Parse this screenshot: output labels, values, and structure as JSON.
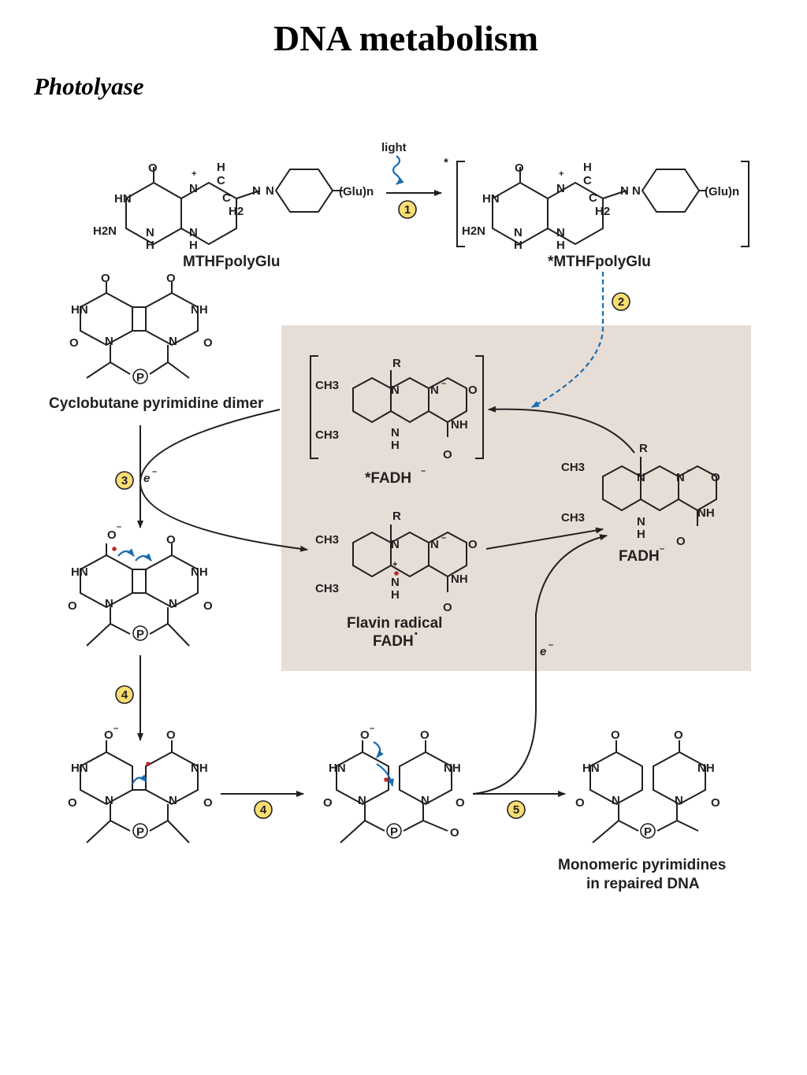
{
  "title": "DNA metabolism",
  "subtitle": "Photolyase",
  "colors": {
    "panel": "#e6ddd6",
    "step_badge": "#f7dd73",
    "arrow_blue": "#1a6cb0",
    "radical_dot": "#c0272d",
    "ink": "#231f20"
  },
  "labels": {
    "light": "light",
    "mthf": "MTHFpolyGlu",
    "mthf_excited": "*MTHFpolyGlu",
    "dimer": "Cyclobutane pyrimidine dimer",
    "fadh_excited": "*FADH",
    "fadh_excited_charge": "–",
    "fadh": "FADH",
    "fadh_charge": "–",
    "flavin_radical": "Flavin radical",
    "fadh_radical": "FADH",
    "fadh_radical_dot": "•",
    "electron": "e",
    "electron_charge": "–",
    "monomeric_line1": "Monomeric pyrimidines",
    "monomeric_line2": "in repaired DNA",
    "excited_star": "*"
  },
  "atoms": {
    "O": "O",
    "O_minus": "O",
    "HN": "HN",
    "NH": "NH",
    "N": "N",
    "H": "H",
    "H2": "H2",
    "H2N": "H2N",
    "C": "C",
    "R": "R",
    "CH3": "CH3",
    "P": "P",
    "Glu": "(Glu)n",
    "plus": "+",
    "minus": "–"
  },
  "steps": [
    "1",
    "2",
    "3",
    "4",
    "4",
    "5"
  ]
}
